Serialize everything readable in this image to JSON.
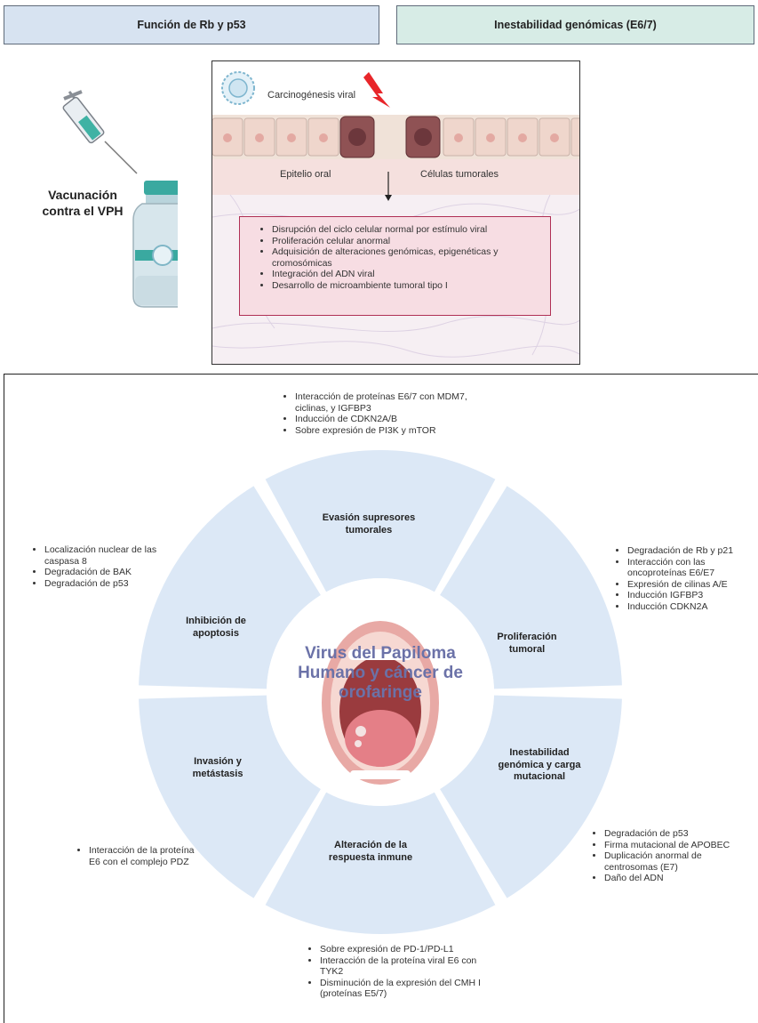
{
  "header": {
    "left": "Función de Rb y p53",
    "right": "Inestabilidad genómicas (E6/7)"
  },
  "vaccination_label": "Vacunación contra el VPH",
  "carcinogenesis": {
    "label": "Carcinogénesis viral",
    "epithelium_label": "Epitelio oral",
    "tumor_cells_label": "Células tumorales",
    "items": [
      "Disrupción del ciclo celular normal por estímulo viral",
      "Proliferación celular anormal",
      "Adquisición de alteraciones genómicas, epigenéticas y cromosómicas",
      "Integración del ADN viral",
      "Desarrollo de microambiente tumoral tipo I"
    ]
  },
  "center_title": "Virus del Papiloma Humano y cáncer de orofaringe",
  "segments": [
    {
      "label": "Evasión supresores tumorales",
      "bullets": [
        "Interacción de proteínas E6/7 con MDM7, ciclinas, y IGFBP3",
        "Inducción de CDKN2A/B",
        "Sobre expresión de PI3K y mTOR"
      ]
    },
    {
      "label": "Proliferación tumoral",
      "bullets": [
        "Degradación de Rb y p21",
        "Interacción con las oncoproteínas E6/E7",
        "Expresión de cilinas A/E",
        "Inducción IGFBP3",
        "Inducción CDKN2A"
      ]
    },
    {
      "label": "Inestabilidad genómica y carga mutacional",
      "bullets": [
        "Degradación de p53",
        "Firma mutacional de APOBEC",
        "Duplicación anormal de centrosomas (E7)",
        "Daño del ADN"
      ]
    },
    {
      "label": "Alteración de la respuesta inmune",
      "bullets": [
        "Sobre expresión de PD-1/PD-L1",
        "Interacción de la proteína viral E6 con TYK2",
        "Disminución de la expresión del CMH I (proteínas E5/7)"
      ]
    },
    {
      "label": "Invasión y metástasis",
      "bullets": [
        "Interacción de la proteína E6 con el complejo PDZ"
      ]
    },
    {
      "label": "Inhibición de apoptosis",
      "bullets": [
        "Localización nuclear de las caspasa 8",
        "Degradación de BAK",
        "Degradación de p53"
      ]
    }
  ],
  "colors": {
    "header_left_bg": "#d7e3f1",
    "header_right_bg": "#d7ece6",
    "wheel_segment": "#dce8f6",
    "center_title": "#6b72a8",
    "viral_box_border": "#b03055",
    "viral_box_bg": "#f7dde3",
    "lightning": "#e8262a"
  }
}
